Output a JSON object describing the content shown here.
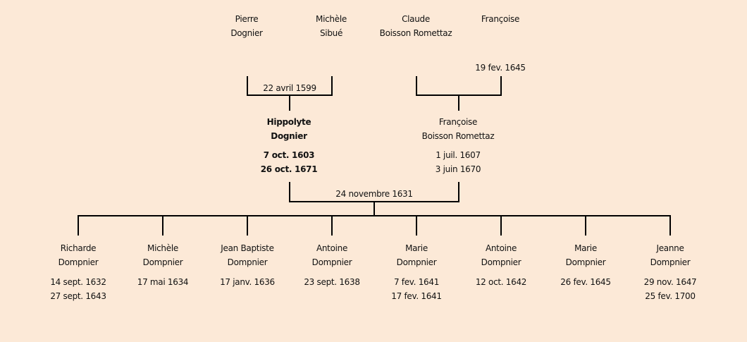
{
  "diagram_title": "",
  "grandparents": [
    {
      "first": "Pierre",
      "last": "Dognier"
    },
    {
      "first": "Michèle",
      "last": "Sibué"
    },
    {
      "first": "Claude",
      "last": "Boisson Romettaz"
    },
    {
      "first": "Françoise",
      "last": "",
      "death": "19 fev. 1645"
    }
  ],
  "marriages": {
    "paternal": "22 avril 1599",
    "parents": "24 novembre 1631"
  },
  "parents": [
    {
      "first": "Hippolyte",
      "last": "Dognier",
      "birth": "7 oct. 1603",
      "death": "26 oct. 1671",
      "highlighted": true
    },
    {
      "first": "Françoise",
      "last": "Boisson Romettaz",
      "birth": "1 juil. 1607",
      "death": "3 juin 1670",
      "highlighted": false
    }
  ],
  "children": [
    {
      "first": "Richarde",
      "last": "Dompnier",
      "birth": "14 sept. 1632",
      "death": "27 sept. 1643"
    },
    {
      "first": "Michèle",
      "last": "Dompnier",
      "birth": "17 mai 1634",
      "death": ""
    },
    {
      "first": "Jean Baptiste",
      "last": "Dompnier",
      "birth": "17 janv. 1636",
      "death": ""
    },
    {
      "first": "Antoine",
      "last": "Dompnier",
      "birth": "23 sept. 1638",
      "death": ""
    },
    {
      "first": "Marie",
      "last": "Dompnier",
      "birth": "7 fev. 1641",
      "death": "17 fev. 1641"
    },
    {
      "first": "Antoine",
      "last": "Dompnier",
      "birth": "12 oct. 1642",
      "death": ""
    },
    {
      "first": "Marie",
      "last": "Dompnier",
      "birth": "26 fev. 1645",
      "death": ""
    },
    {
      "first": "Jeanne",
      "last": "Dompnier",
      "birth": "29 nov. 1647",
      "death": "25 fev. 1700"
    }
  ],
  "colors": {
    "background": "#fce9d7",
    "line": "#000000"
  }
}
